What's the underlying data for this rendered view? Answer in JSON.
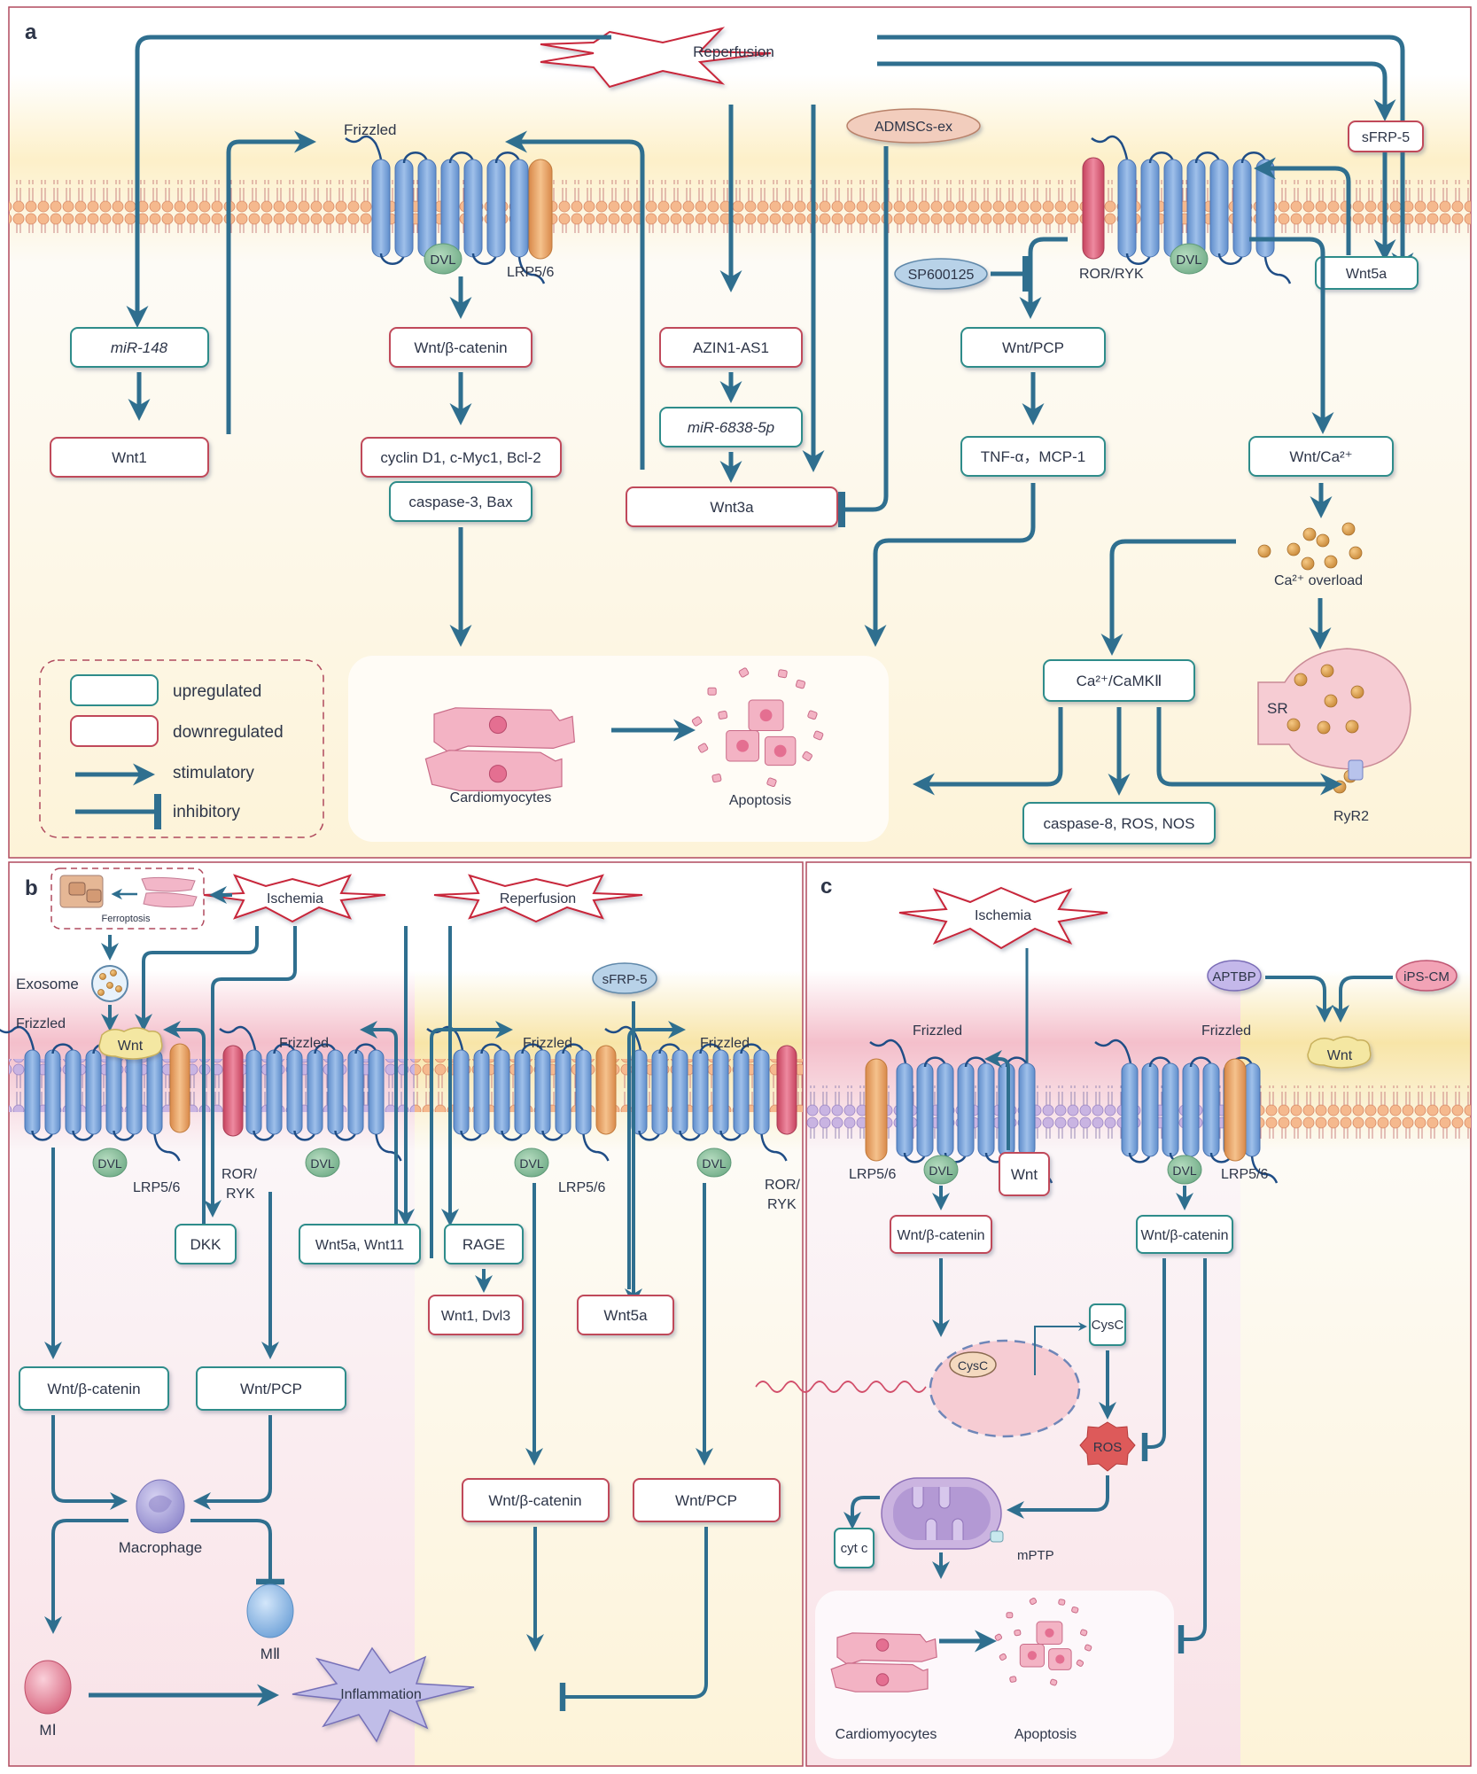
{
  "colors": {
    "arrow": "#2f6f8f",
    "up_border": "#2e8c8a",
    "down_border": "#c0485a",
    "panel_border": "#b04a5e",
    "receptor_blue": "#7ea6dc",
    "lrp_orange": "#e9a560",
    "ror_red": "#d95b74",
    "dvl_green": "#8cc4a0",
    "burst_red": "#c8283a",
    "bg_yellow": "#fdf3d8",
    "bg_pink": "#f9e2e7"
  },
  "panel_a": {
    "letter": "a",
    "reperfusion": "Reperfusion",
    "frizzled": "Frizzled",
    "lrp": "LRP5/6",
    "dvl1": "DVL",
    "dvl2": "DVL",
    "ror_ryk": "ROR/RYK",
    "admscs": "ADMSCs-ex",
    "sfrp5": "sFRP-5",
    "sp600125": "SP600125",
    "wnt5a": "Wnt5a",
    "mir148": "miR-148",
    "wnt1": "Wnt1",
    "wnt_bcat": "Wnt/β-catenin",
    "cyclin": "cyclin D1, c-Myc1, Bcl-2",
    "caspase3": "caspase-3, Bax",
    "azin": "AZIN1-AS1",
    "mir6838": "miR-6838-5p",
    "wnt3a": "Wnt3a",
    "wnt_pcp": "Wnt/PCP",
    "tnf": "TNF-α，MCP-1",
    "wnt_ca": "Wnt/Ca²⁺",
    "ca_overload": "Ca²⁺ overload",
    "camk": "Ca²⁺/CaMKⅡ",
    "sr": "SR",
    "ryr2": "RyR2",
    "caspase8": "caspase-8, ROS, NOS",
    "cardiomyocytes": "Cardiomyocytes",
    "apoptosis": "Apoptosis",
    "legend": {
      "upregulated": "upregulated",
      "downregulated": "downregulated",
      "stimulatory": "stimulatory",
      "inhibitory": "inhibitory"
    }
  },
  "panel_b": {
    "letter": "b",
    "ischemia": "Ischemia",
    "reperfusion": "Reperfusion",
    "ferroptosis": "Ferroptosis",
    "exosome": "Exosome",
    "wnt": "Wnt",
    "frizzled1": "Frizzled",
    "frizzled2": "Frizzled",
    "frizzled3": "Frizzled",
    "frizzled4": "Frizzled",
    "lrp1": "LRP5/6",
    "lrp2": "LRP5/6",
    "ror1": "ROR/",
    "ryk1": "RYK",
    "ror2": "ROR/",
    "ryk2": "RYK",
    "dvl": "DVL",
    "sfrp5": "sFRP-5",
    "dkk": "DKK",
    "wnt5a_wnt11": "Wnt5a, Wnt11",
    "rage": "RAGE",
    "wnt1_dvl3": "Wnt1, Dvl3",
    "wnt5a": "Wnt5a",
    "wnt_bcat_left": "Wnt/β-catenin",
    "wnt_pcp_left": "Wnt/PCP",
    "wnt_bcat_right": "Wnt/β-catenin",
    "wnt_pcp_right": "Wnt/PCP",
    "macrophage": "Macrophage",
    "m1": "MⅠ",
    "m2": "MⅡ",
    "inflammation": "Inflammation"
  },
  "panel_c": {
    "letter": "c",
    "ischemia": "Ischemia",
    "aptbp": "APTBP",
    "ips_cm": "iPS-CM",
    "frizzled_left": "Frizzled",
    "frizzled_right": "Frizzled",
    "lrp_left": "LRP5/6",
    "lrp_right": "LRP5/6",
    "dvl": "DVL",
    "wnt_box": "Wnt",
    "wnt_ligand": "Wnt",
    "wnt_bcat_left": "Wnt/β-catenin",
    "wnt_bcat_right": "Wnt/β-catenin",
    "cysc_nucleus": "CysC",
    "cysc_box": "CysC",
    "ros": "ROS",
    "cytc": "cyt c",
    "mptp": "mPTP",
    "cardiomyocytes": "Cardiomyocytes",
    "apoptosis": "Apoptosis"
  }
}
